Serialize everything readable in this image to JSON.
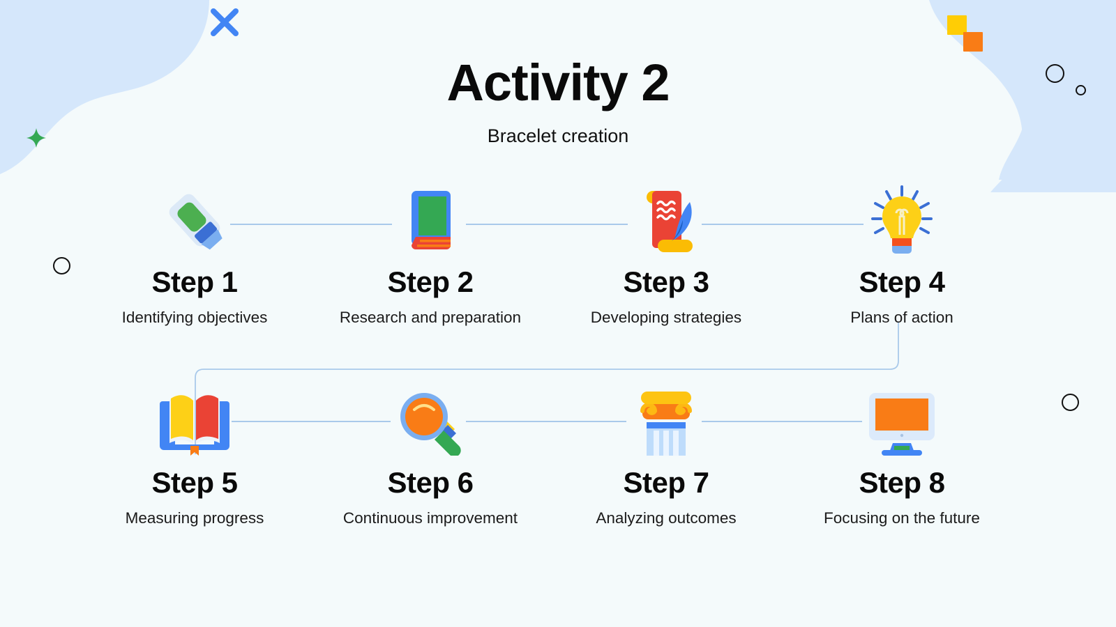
{
  "header": {
    "title": "Activity 2",
    "subtitle": "Bracelet creation"
  },
  "colors": {
    "background": "#f4fafb",
    "blob": "#d5e7fb",
    "connector": "#a9c9ea",
    "blue": "#4285f4",
    "green": "#34a853",
    "yellow": "#fbbc04",
    "red": "#ea4335",
    "orange": "#f97c16",
    "text": "#0a0a0a"
  },
  "steps": [
    {
      "title": "Step 1",
      "desc": "Identifying objectives",
      "icon": "highlighter-marker-icon"
    },
    {
      "title": "Step 2",
      "desc": "Research and preparation",
      "icon": "closed-book-icon"
    },
    {
      "title": "Step 3",
      "desc": "Developing strategies",
      "icon": "scroll-quill-icon"
    },
    {
      "title": "Step 4",
      "desc": "Plans of action",
      "icon": "lightbulb-icon"
    },
    {
      "title": "Step 5",
      "desc": "Measuring progress",
      "icon": "open-book-icon"
    },
    {
      "title": "Step 6",
      "desc": "Continuous improvement",
      "icon": "magnifying-glass-icon"
    },
    {
      "title": "Step 7",
      "desc": "Analyzing outcomes",
      "icon": "greek-column-icon"
    },
    {
      "title": "Step 8",
      "desc": "Focusing on the future",
      "icon": "desktop-monitor-icon"
    }
  ],
  "decorations": [
    {
      "name": "blue-x-sparkle",
      "color": "#4285f4"
    },
    {
      "name": "green-four-point-star",
      "color": "#34a853"
    },
    {
      "name": "yellow-square",
      "color": "#ffcd05"
    },
    {
      "name": "orange-square",
      "color": "#f97c16"
    },
    {
      "name": "outline-circle-large",
      "color": "#111111"
    },
    {
      "name": "outline-circle-small",
      "color": "#111111"
    }
  ]
}
